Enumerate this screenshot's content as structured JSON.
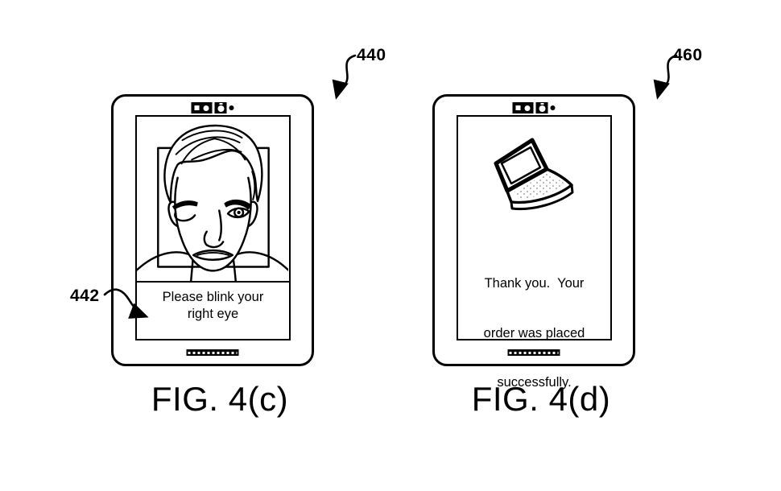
{
  "figure": {
    "type": "patent-line-drawing",
    "ink_color": "#000000",
    "background_color": "#ffffff"
  },
  "annotations": {
    "left_ref": "440",
    "right_ref": "460",
    "message_ref": "442"
  },
  "left_device": {
    "caption": "FIG. 4(c)",
    "prompt": {
      "line1": "Please blink your",
      "line2": "right eye"
    }
  },
  "right_device": {
    "caption": "FIG. 4(d)",
    "confirmation": {
      "line1": "Thank you.  Your",
      "line2": "order was placed",
      "line3": "successfully."
    }
  },
  "icons": {
    "camera_array": "front-camera-sensor-array",
    "connector_bar": "bottom-connector-strip",
    "face_sketch": "winking-man-line-drawing",
    "laptop_sketch": "open-laptop-line-drawing",
    "arrows": "curved-reference-arrows"
  }
}
